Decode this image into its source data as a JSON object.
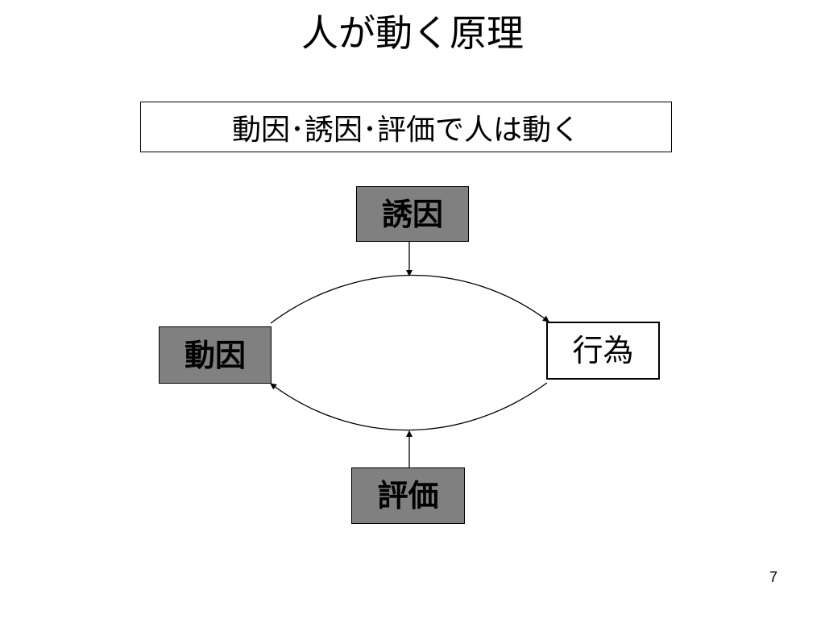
{
  "slide": {
    "title": "人が動く原理",
    "subtitle": "動因･誘因･評価で人は動く",
    "page_number": "7"
  },
  "diagram": {
    "nodes": {
      "yuin": "誘因",
      "doin": "動因",
      "koui": "行為",
      "hyoka": "評価"
    }
  }
}
